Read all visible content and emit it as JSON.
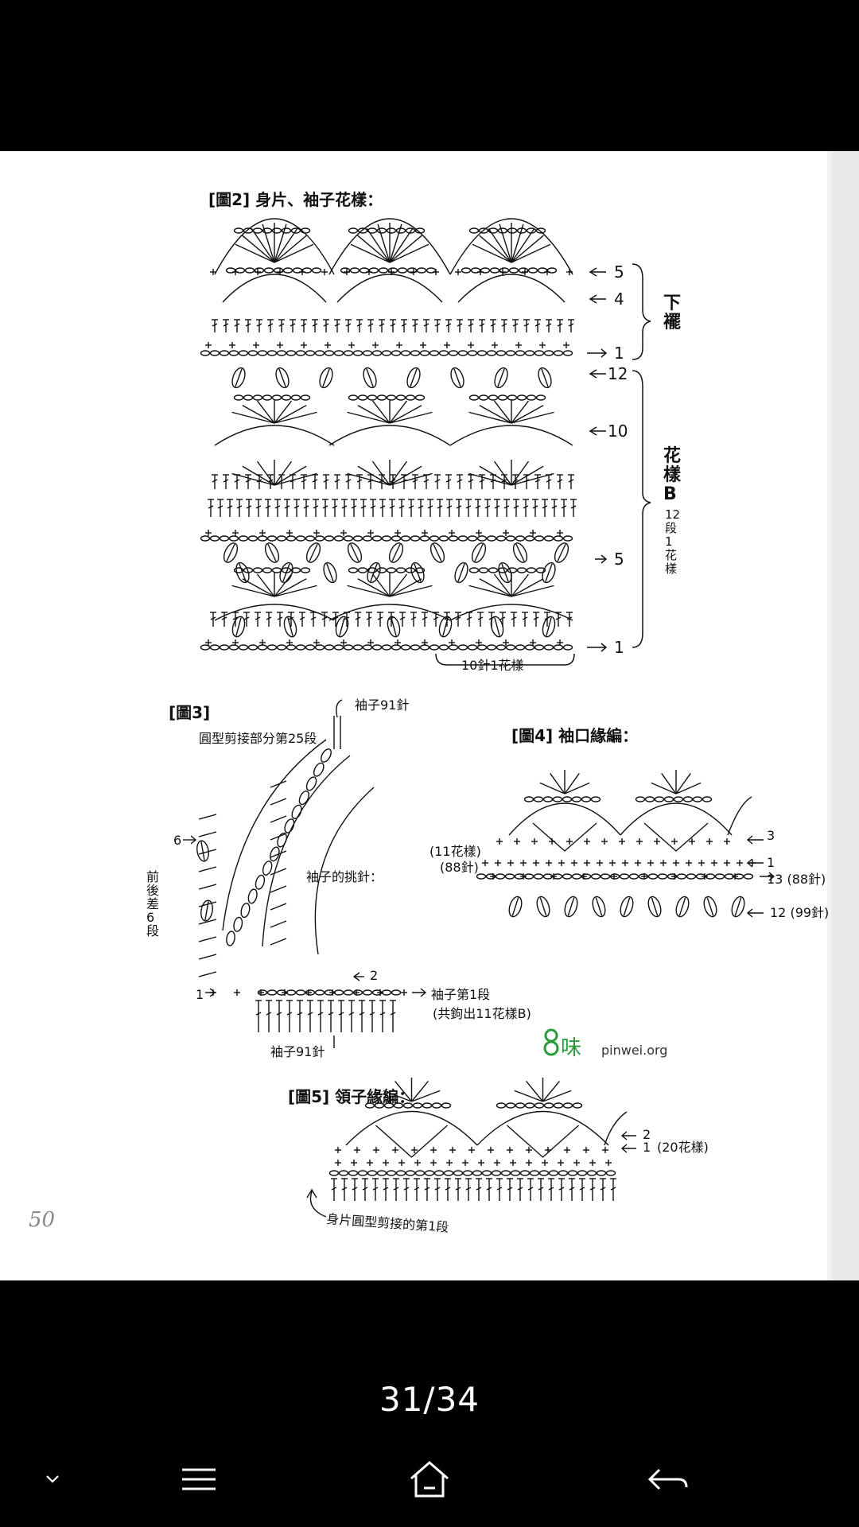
{
  "document": {
    "fig2": {
      "title": "[圖2] 身片、袖子花樣：",
      "rows_hem": [
        "5",
        "4",
        "1"
      ],
      "rows_b": [
        "12",
        "10",
        "5",
        "1"
      ],
      "hem_label": "下\n襬",
      "pattern_b_label": "花\n樣\nB",
      "pattern_b_note": "12\n段\n1\n花\n樣",
      "repeat_note": "10針1花樣"
    },
    "fig3": {
      "title": "[圖3]",
      "sleeve_top": "袖子91針",
      "curve_note": "圓型剪接部分第25段",
      "pickup": "袖子的挑針：",
      "side_note": "前\n後\n差\n6\n段",
      "row6": "6",
      "row2": "2",
      "row1": "1",
      "sleeve_row1": "袖子第1段",
      "sleeve_row1_note": "(共鉤出11花樣B)",
      "sleeve_bottom": "袖子91針"
    },
    "fig4": {
      "title": "[圖4] 袖口緣編：",
      "left_note1": "(11花樣)",
      "left_note2": "(88針)",
      "row3": "3",
      "row1": "1",
      "row13": "13 (88針)",
      "row12": "12 (99針)"
    },
    "fig5": {
      "title": "[圖5] 領子緣編：",
      "row2": "2",
      "row1": "1",
      "row1_note": "(20花樣)",
      "bottom_note": "身片圓型剪接的第1段"
    },
    "logo": {
      "text": "pinwei.org"
    },
    "page_number": "50"
  },
  "viewer": {
    "counter": "31/34"
  },
  "navbar": {
    "icons": [
      "chevron-down-icon",
      "menu-icon",
      "home-icon",
      "back-icon"
    ]
  }
}
